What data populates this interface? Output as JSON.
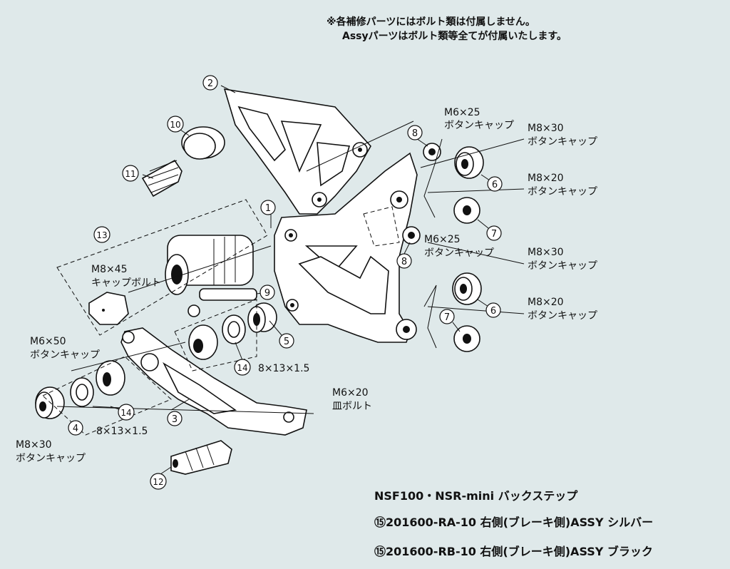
{
  "notes": [
    "※各補修パーツにはボルト類は付属しません。",
    "Assyパーツはボルト類等全てが付属いたします。"
  ],
  "callouts": [
    {
      "num": "1"
    },
    {
      "num": "2"
    },
    {
      "num": "3"
    },
    {
      "num": "4"
    },
    {
      "num": "5"
    },
    {
      "num": "6"
    },
    {
      "num": "6"
    },
    {
      "num": "7"
    },
    {
      "num": "7"
    },
    {
      "num": "8"
    },
    {
      "num": "8"
    },
    {
      "num": "9"
    },
    {
      "num": "10"
    },
    {
      "num": "11"
    },
    {
      "num": "12"
    },
    {
      "num": "13"
    },
    {
      "num": "14"
    },
    {
      "num": "14"
    }
  ],
  "labels": [
    {
      "line1": "M6×25",
      "line2": "ボタンキャップ"
    },
    {
      "line1": "M8×30",
      "line2": "ボタンキャップ"
    },
    {
      "line1": "M8×20",
      "line2": "ボタンキャップ"
    },
    {
      "line1": "M6×25",
      "line2": "ボタンキャップ"
    },
    {
      "line1": "M8×30",
      "line2": "ボタンキャップ"
    },
    {
      "line1": "M8×20",
      "line2": "ボタンキャップ"
    },
    {
      "line1": "M8×45",
      "line2": "キャップボルト"
    },
    {
      "line1": "M6×50",
      "line2": "ボタンキャップ"
    },
    {
      "line1": "M6×20",
      "line2": "皿ボルト"
    },
    {
      "line1": "M8×30",
      "line2": "ボタンキャップ"
    },
    {
      "line1": "8×13×1.5",
      "line2": ""
    },
    {
      "line1": "8×13×1.5",
      "line2": ""
    }
  ],
  "titles": [
    "NSF100・NSR-mini バックステップ",
    "⑮201600-RA-10 右側(ブレーキ側)ASSY シルバー",
    "⑮201600-RB-10 右側(ブレーキ側)ASSY ブラック"
  ]
}
